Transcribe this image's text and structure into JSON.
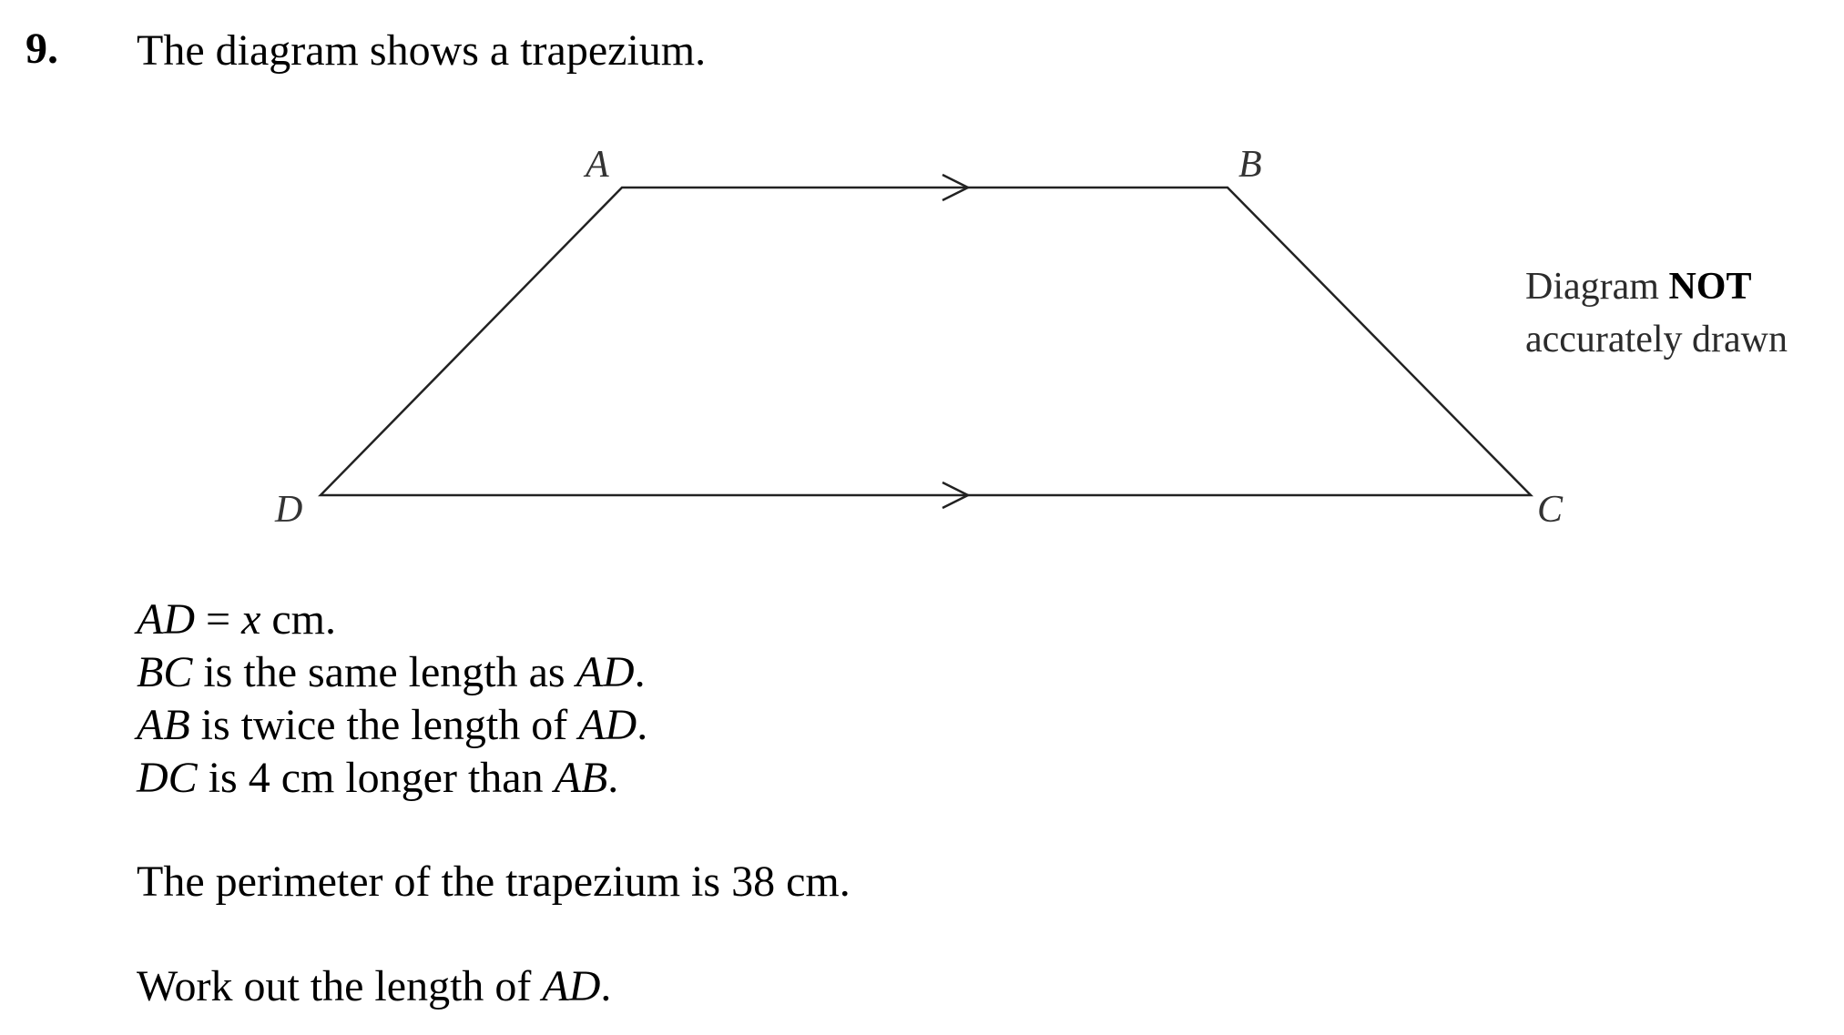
{
  "question": {
    "number": "9.",
    "intro": "The diagram shows a trapezium."
  },
  "diagram": {
    "vertices": {
      "a": "A",
      "b": "B",
      "c": "C",
      "d": "D"
    },
    "note_line1_plain": "Diagram",
    "note_line1_bold": "NOT",
    "note_line2": "accurately drawn"
  },
  "facts": [
    {
      "italic": "AD",
      "middle": " = ",
      "italic2": "x",
      "tail": " cm."
    },
    {
      "italic": "BC",
      "middle": " is the same length as ",
      "italic2": "AD",
      "tail": "."
    },
    {
      "italic": "AB",
      "middle": " is twice the length of ",
      "italic2": "AD",
      "tail": "."
    },
    {
      "italic": "DC",
      "middle": " is 4 cm longer than ",
      "italic2": "AB",
      "tail": "."
    }
  ],
  "perimeter": "The perimeter of the trapezium is 38 cm.",
  "task": {
    "text": "Work out the length of ",
    "italic": "AD",
    "tail": "."
  }
}
